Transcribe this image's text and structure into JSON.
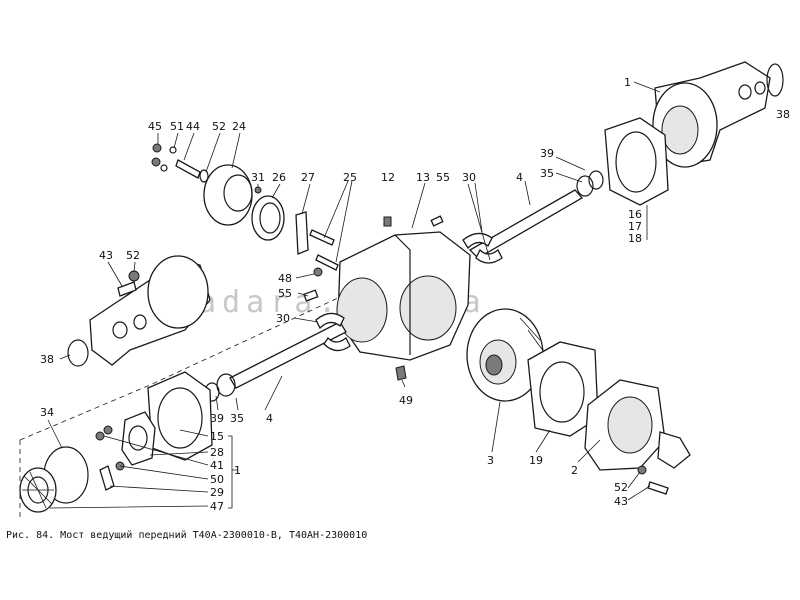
{
  "caption": "Рис. 84. Мост ведущий передний Т40А-2300010-В, Т40АН-2300010",
  "watermark": "adara.com.ua",
  "labels": {
    "l1a": "1",
    "l38a": "38",
    "l39a": "39",
    "l35a": "35",
    "l16": "16",
    "l17": "17",
    "l18": "18",
    "l4a": "4",
    "l30a": "30",
    "l55a": "55",
    "l13": "13",
    "l12": "12",
    "l25": "25",
    "l27": "27",
    "l26": "26",
    "l31": "31",
    "l24": "24",
    "l52a": "52",
    "l44": "44",
    "l51": "51",
    "l45": "45",
    "l43a": "43",
    "l52b": "52",
    "l38b": "38",
    "l48": "48",
    "l55b": "55",
    "l30b": "30",
    "l49": "49",
    "l39b": "39",
    "l35b": "35",
    "l4b": "4",
    "l34": "34",
    "l15": "15",
    "l28": "28",
    "l41": "41",
    "l50": "50",
    "l29": "29",
    "l47": "47",
    "l1b": "1",
    "l3": "3",
    "l19": "19",
    "l2": "2",
    "l52c": "52",
    "l43c": "43"
  }
}
